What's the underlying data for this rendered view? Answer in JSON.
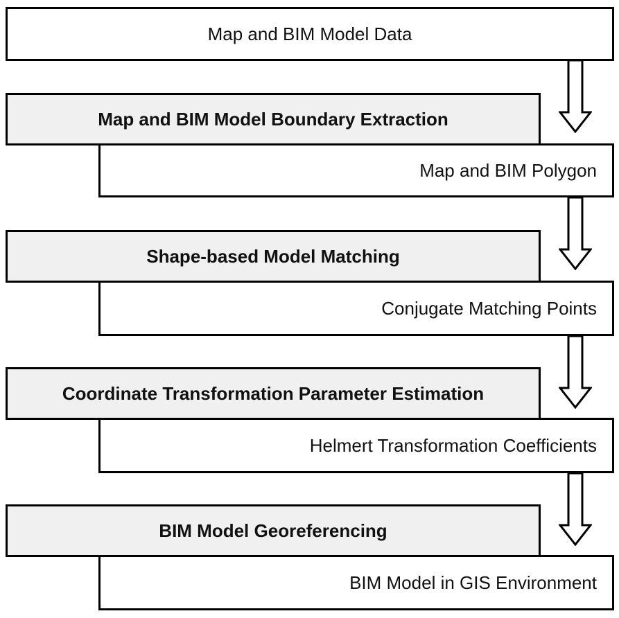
{
  "colors": {
    "stroke": "#000000",
    "process_fill": "#f0f0f0",
    "data_fill": "#ffffff",
    "arrow_fill": "#ffffff"
  },
  "steps": [
    {
      "kind": "data",
      "label": "Map and BIM Model Data"
    },
    {
      "kind": "process",
      "label": "Map and BIM Model Boundary Extraction"
    },
    {
      "kind": "data",
      "label": "Map and BIM Polygon"
    },
    {
      "kind": "process",
      "label": "Shape-based Model Matching"
    },
    {
      "kind": "data",
      "label": "Conjugate Matching Points"
    },
    {
      "kind": "process",
      "label": "Coordinate Transformation Parameter Estimation"
    },
    {
      "kind": "data",
      "label": "Helmert Transformation Coefficients"
    },
    {
      "kind": "process",
      "label": "BIM Model Georeferencing"
    },
    {
      "kind": "data",
      "label": "BIM Model in GIS Environment"
    }
  ]
}
